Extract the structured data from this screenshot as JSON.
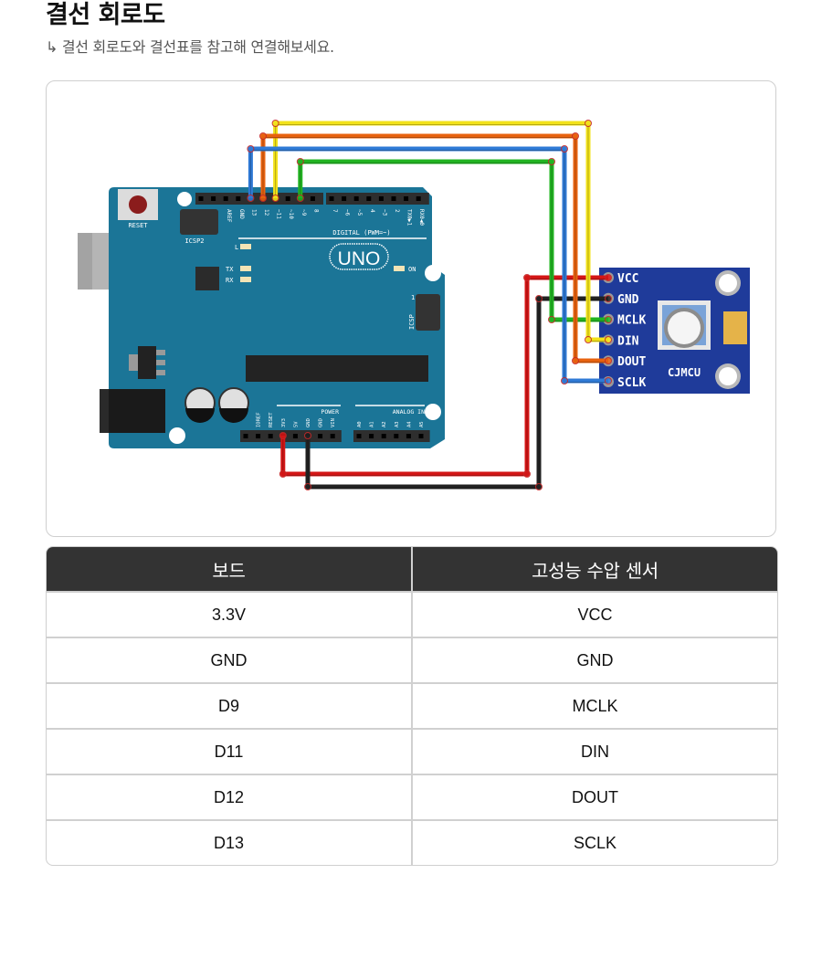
{
  "header": {
    "title": "결선 회로도",
    "subtitle": "↳ 결선 회로도와 결선표를 참고해 연결해보세요."
  },
  "diagram": {
    "board": {
      "name": "UNO",
      "reset_label": "RESET",
      "icsp2_label": "ICSP2",
      "icsp_label": "ICSP",
      "icsp_pin1": "1",
      "led_labels": [
        "L",
        "TX",
        "RX",
        "ON"
      ],
      "digital_label": "DIGITAL (PWM=~)",
      "power_label": "POWER",
      "analog_label": "ANALOG IN",
      "digital_pins": [
        "AREF",
        "GND",
        "13",
        "12",
        "~11",
        "~10",
        "~9",
        "8",
        "7",
        "~6",
        "~5",
        "4",
        "~3",
        "2",
        "TX0▶1",
        "RX0◀0"
      ],
      "power_pins": [
        "IOREF",
        "RESET",
        "3V3",
        "5V",
        "GND",
        "GND",
        "VIN"
      ],
      "analog_pins": [
        "A0",
        "A1",
        "A2",
        "A3",
        "A4",
        "A5"
      ],
      "color": "#1b7597"
    },
    "sensor": {
      "name": "CJMCU",
      "pins": [
        "VCC",
        "GND",
        "MCLK",
        "DIN",
        "DOUT",
        "SCLK"
      ],
      "color": "#1f3b9a"
    },
    "wires": [
      {
        "from": "3V3",
        "to": "VCC",
        "color": "#d41616"
      },
      {
        "from": "GND",
        "to": "GND",
        "color": "#222222"
      },
      {
        "from": "D9",
        "to": "MCLK",
        "color": "#22b422"
      },
      {
        "from": "D11",
        "to": "DIN",
        "color": "#f2e21a"
      },
      {
        "from": "D12",
        "to": "DOUT",
        "color": "#e8620f"
      },
      {
        "from": "D13",
        "to": "SCLK",
        "color": "#2f7ad6"
      }
    ]
  },
  "table": {
    "headers": [
      "보드",
      "고성능 수압 센서"
    ],
    "rows": [
      [
        "3.3V",
        "VCC"
      ],
      [
        "GND",
        "GND"
      ],
      [
        "D9",
        "MCLK"
      ],
      [
        "D11",
        "DIN"
      ],
      [
        "D12",
        "DOUT"
      ],
      [
        "D13",
        "SCLK"
      ]
    ]
  }
}
